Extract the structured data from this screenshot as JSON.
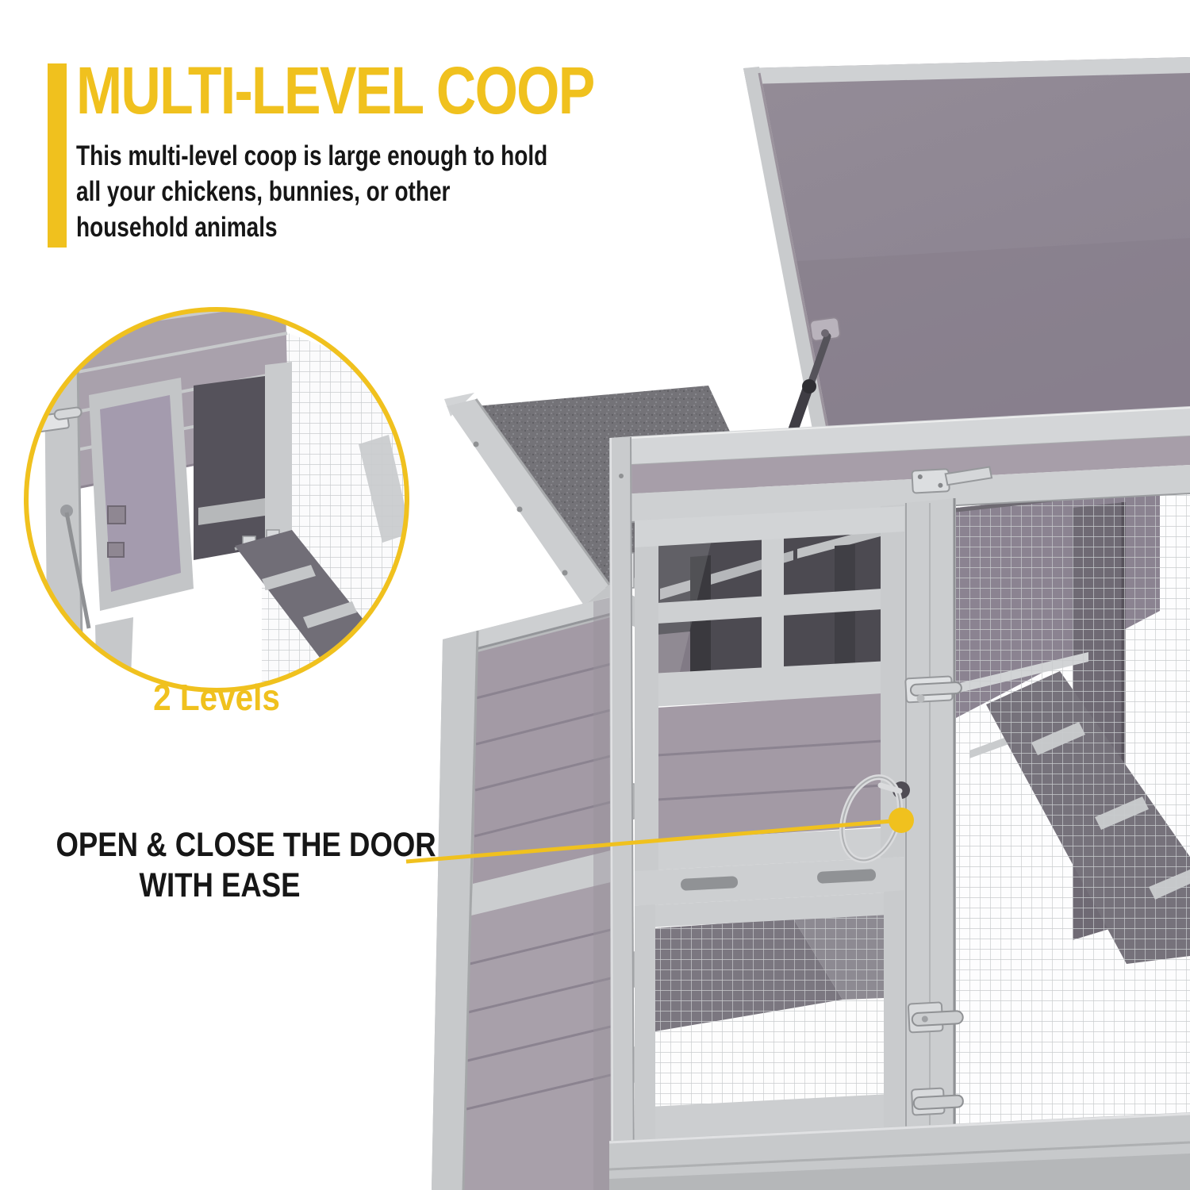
{
  "colors": {
    "accent": "#F0C11E",
    "text": "#161616",
    "background": "#ffffff",
    "wood-light": "#ced0d2",
    "wood-mid": "#c9cbcd",
    "panel-mauve": "#a39aa5",
    "lid-mauve": "#8f8793",
    "asphalt-gray": "#747378",
    "interior-dark": "#4c4a51",
    "mesh-line": "#c9ccce"
  },
  "header": {
    "title": "MULTI-LEVEL COOP",
    "description_lines": [
      "This multi-level coop is large enough to hold",
      "all your chickens, bunnies, or other",
      "household animals"
    ]
  },
  "inset": {
    "caption": "2 Levels"
  },
  "callout": {
    "lines": [
      "OPEN & CLOSE THE DOOR",
      "WITH EASE"
    ]
  }
}
